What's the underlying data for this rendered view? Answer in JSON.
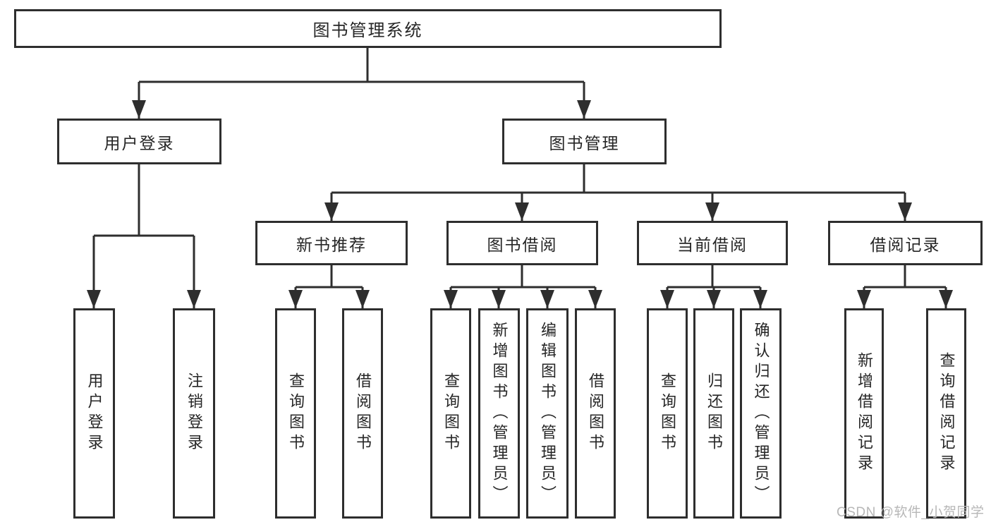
{
  "tree": {
    "label": "图书管理系统",
    "children": [
      {
        "label": "用户登录",
        "children": [
          {
            "label": "用户登录"
          },
          {
            "label": "注销登录"
          }
        ]
      },
      {
        "label": "图书管理",
        "children": [
          {
            "label": "新书推荐",
            "children": [
              {
                "label": "查询图书"
              },
              {
                "label": "借阅图书"
              }
            ]
          },
          {
            "label": "图书借阅",
            "children": [
              {
                "label": "查询图书"
              },
              {
                "label": "新增图书（管理员）"
              },
              {
                "label": "编辑图书（管理员）"
              },
              {
                "label": "借阅图书"
              }
            ]
          },
          {
            "label": "当前借阅",
            "children": [
              {
                "label": "查询图书"
              },
              {
                "label": "归还图书"
              },
              {
                "label": "确认归还（管理员）"
              }
            ]
          },
          {
            "label": "借阅记录",
            "children": [
              {
                "label": "新增借阅记录"
              },
              {
                "label": "查询借阅记录"
              }
            ]
          }
        ]
      }
    ]
  },
  "watermark": {
    "text": "CSDN @软件_小贺同学"
  },
  "appearance": {
    "colors": {
      "line": "#2e2e2e",
      "box_fill": "#ffffff",
      "text": "#262626",
      "watermark": "#b7b7b7",
      "background": "#ffffff"
    }
  }
}
